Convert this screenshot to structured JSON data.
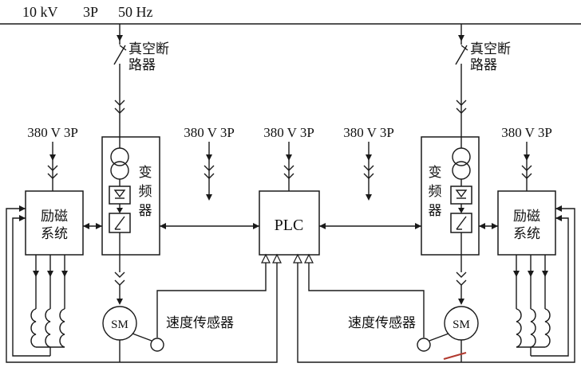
{
  "colors": {
    "line": "#1a1a1a",
    "background": "#ffffff",
    "annotation": "#b23a2f"
  },
  "bus": {
    "voltage": "10 kV",
    "phase": "3P",
    "frequency": "50 Hz"
  },
  "vacuum_breaker": {
    "label": "真空断路器",
    "line1": "真空断",
    "line2": "路器"
  },
  "lv_feed": {
    "label": "380 V 3P"
  },
  "frequency_converter": {
    "label": "变频器",
    "chars": [
      "变",
      "频",
      "器"
    ]
  },
  "excitation_system": {
    "label": "励磁系统",
    "line1": "励磁",
    "line2": "系统"
  },
  "plc": {
    "label": "PLC"
  },
  "synchronous_motor": {
    "label": "SM"
  },
  "speed_sensor": {
    "label": "速度传感器"
  }
}
